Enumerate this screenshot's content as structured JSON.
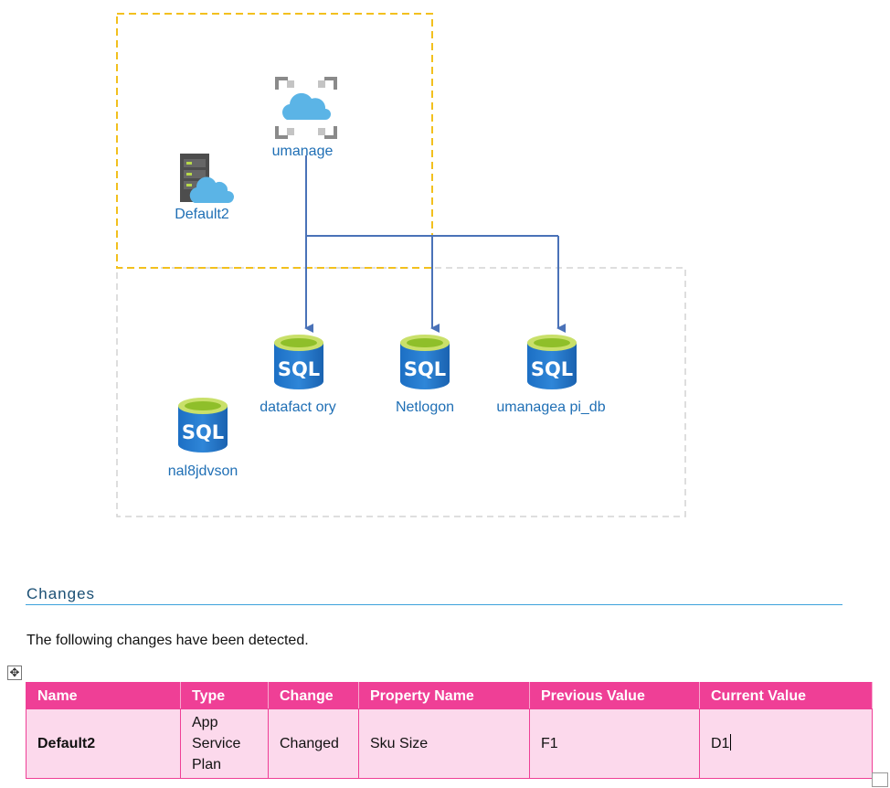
{
  "diagram": {
    "nodes": {
      "umanage": {
        "label": "umanage",
        "icon": "app-service-icon"
      },
      "default2": {
        "label": "Default2",
        "icon": "app-service-plan-icon"
      },
      "datafactory": {
        "label": "datafact ory",
        "icon": "sql-database-icon"
      },
      "netlogon": {
        "label": "Netlogon",
        "icon": "sql-database-icon"
      },
      "umanageapi_db": {
        "label": "umanagea pi_db",
        "icon": "sql-database-icon"
      },
      "nal8jdvson": {
        "label": "nal8jdvson",
        "icon": "sql-database-icon"
      }
    },
    "sql_text": "SQL",
    "colors": {
      "resource_group_border": "#f2c01e",
      "server_group_border": "#d4d4d4",
      "connector": "#4a72b8",
      "label": "#1f6fb5"
    }
  },
  "section": {
    "heading": "Changes",
    "intro": "The following changes have been detected."
  },
  "table": {
    "headers": [
      "Name",
      "Type",
      "Change",
      "Property Name",
      "Previous Value",
      "Current Value"
    ],
    "rows": [
      {
        "name": "Default2",
        "type": "App Service Plan",
        "change": "Changed",
        "property": "Sku Size",
        "previous": "F1",
        "current": "D1"
      }
    ],
    "colors": {
      "header_bg": "#ef3f96",
      "row_bg": "#fcd9ec"
    }
  }
}
